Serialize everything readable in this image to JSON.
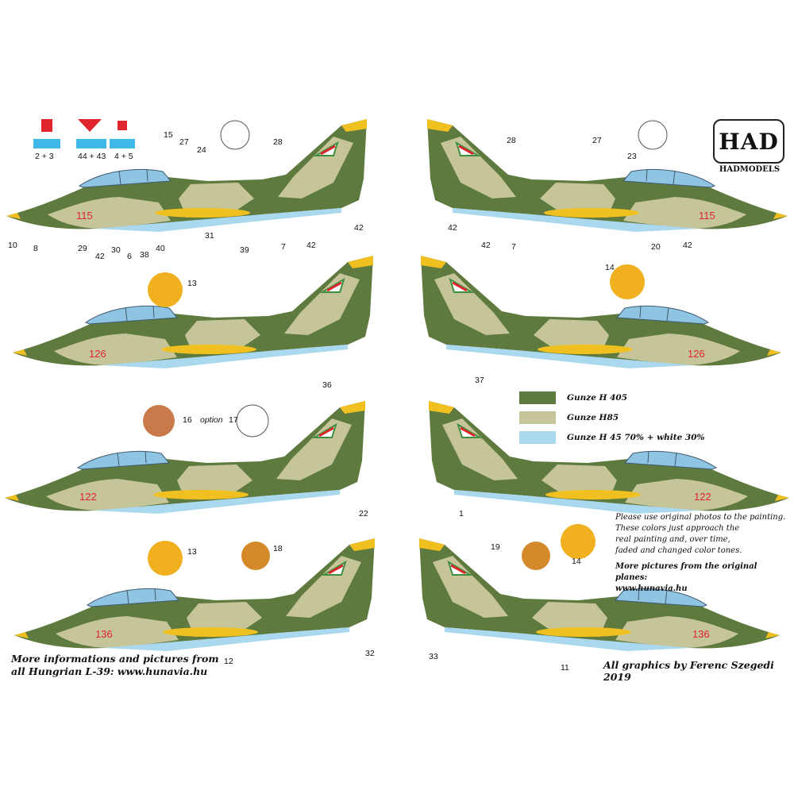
{
  "brand": {
    "logo_text": "HAD",
    "name": "HADMODELS"
  },
  "colors": {
    "dark_green": "#5e7a3e",
    "sand": "#c6c59a",
    "light_blue": "#a9d8ef",
    "yellow": "#f0c020",
    "serial_red": "#e0242b"
  },
  "aircraft": {
    "a1_left_serial": "115",
    "a1_right_serial": "115",
    "a2_left_serial": "126",
    "a2_right_serial": "126",
    "a3_left_serial": "122",
    "a3_right_serial": "122",
    "a4_left_serial": "136",
    "a4_right_serial": "136"
  },
  "callouts": {
    "c2_3": "2 + 3",
    "c44_43": "44 + 43",
    "c4_5": "4 + 5",
    "n15": "15",
    "n27a": "27",
    "n24": "24",
    "n28a": "28",
    "n10": "10",
    "n8": "8",
    "n29": "29",
    "n42a": "42",
    "n30": "30",
    "n6": "6",
    "n38": "38",
    "n40": "40",
    "n31": "31",
    "n39": "39",
    "n7a": "7",
    "n42b": "42",
    "n42c": "42",
    "n28b": "28",
    "n27b": "27",
    "n23": "23",
    "n42d": "42",
    "n42e": "42",
    "n7b": "7",
    "n20": "20",
    "n42f": "42",
    "n13a": "13",
    "n36": "36",
    "n14a": "14",
    "n37": "37",
    "n16": "16",
    "option": "option",
    "n17": "17",
    "n13b": "13",
    "n18": "18",
    "n22": "22",
    "n12": "12",
    "n32": "32",
    "n1": "1",
    "n19": "19",
    "n14b": "14",
    "n33": "33",
    "n11": "11"
  },
  "legend": [
    {
      "color": "#5e7a3e",
      "label": "Gunze H 405"
    },
    {
      "color": "#c6c59a",
      "label": "Gunze H85"
    },
    {
      "color": "#a9d8ef",
      "label": "Gunze H 45 70% + white 30%"
    }
  ],
  "note": {
    "lines": [
      "Please use original photos to the painting.",
      "These colors just approach the",
      "real painting and, over time,",
      "faded and changed color tones."
    ],
    "more_title": "More pictures from the original planes:",
    "more_url": "www.hunavia.hu"
  },
  "footer": {
    "left_line1": "More informations and pictures from",
    "left_line2": "all Hungrian L-39: www.hunavia.hu",
    "right": "All graphics by Ferenc Szegedi 2019"
  }
}
